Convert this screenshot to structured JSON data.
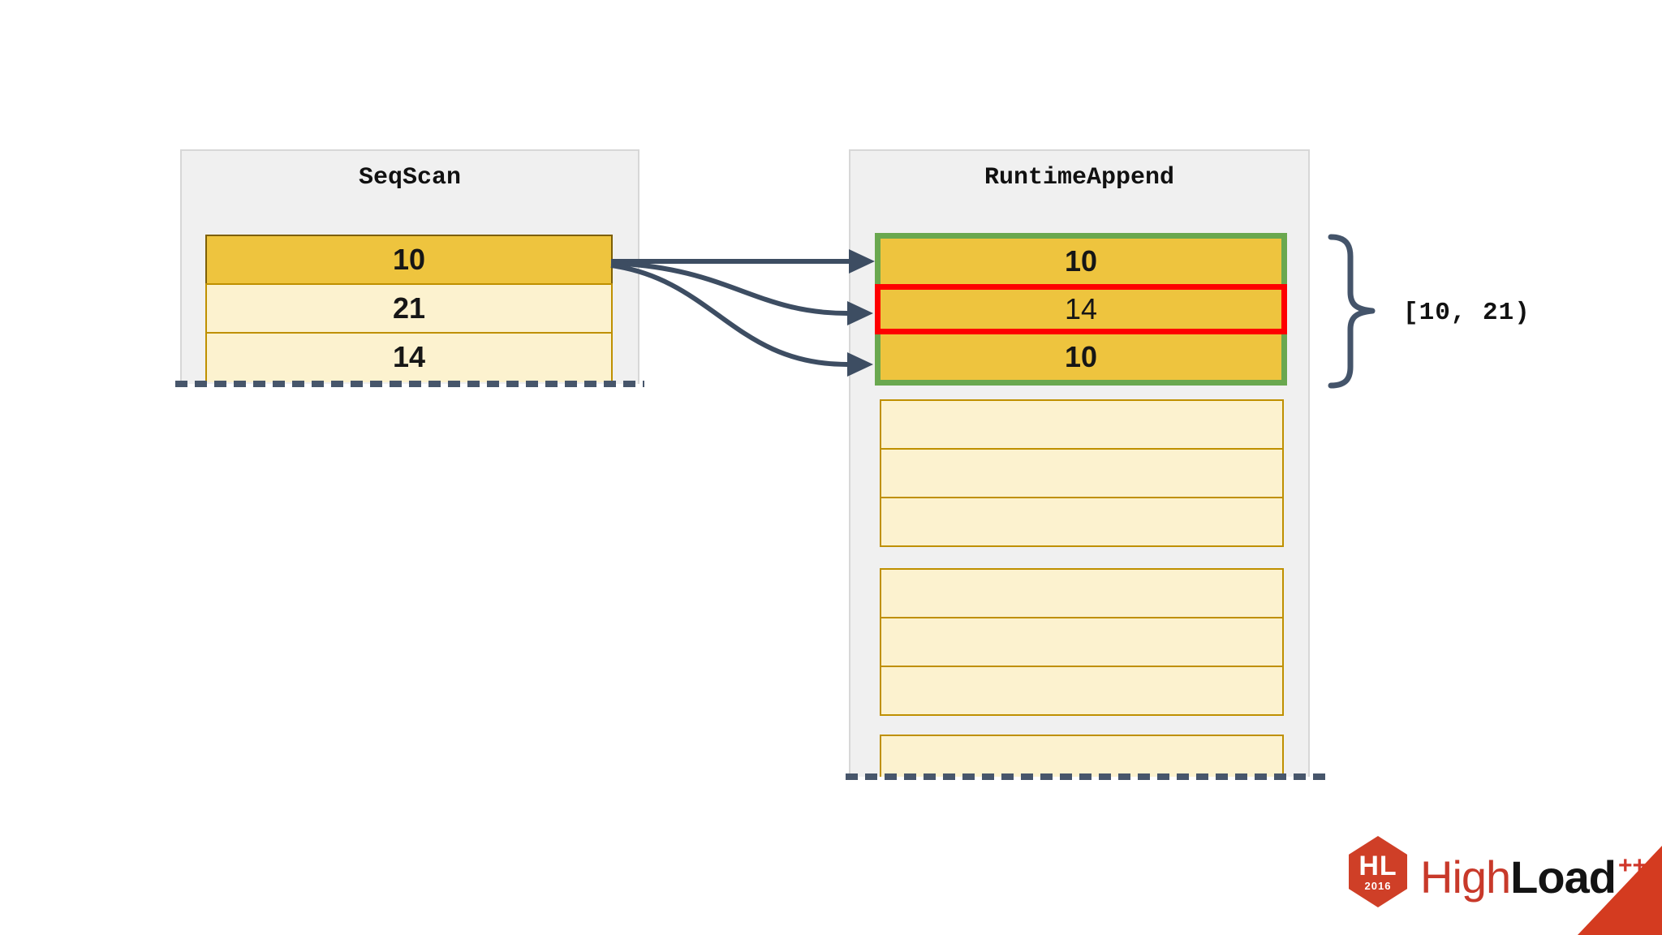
{
  "left_panel": {
    "title": "SeqScan",
    "rows": [
      "10",
      "21",
      "14"
    ]
  },
  "right_panel": {
    "title": "RuntimeAppend",
    "matched_rows": [
      "10",
      "14",
      "10"
    ],
    "empty_groups": 2,
    "empty_rows_per_group": 3
  },
  "annotation": {
    "range_label": "[10, 21)"
  },
  "logo": {
    "monogram": "HL",
    "year": "2016",
    "name_first": "High",
    "name_second": "Load",
    "suffix": "++"
  },
  "colors": {
    "gold_fill": "#eec43e",
    "cream_fill": "#fcf2cf",
    "gold_border_dark": "#7d5f05",
    "gold_border_light": "#bf9000",
    "match_group_green": "#6aa84f",
    "highlight_red": "#fe0000",
    "connector_slate": "#3d4d62",
    "panel_gray": "#f0f0f0",
    "logo_red": "#cf3f27"
  }
}
